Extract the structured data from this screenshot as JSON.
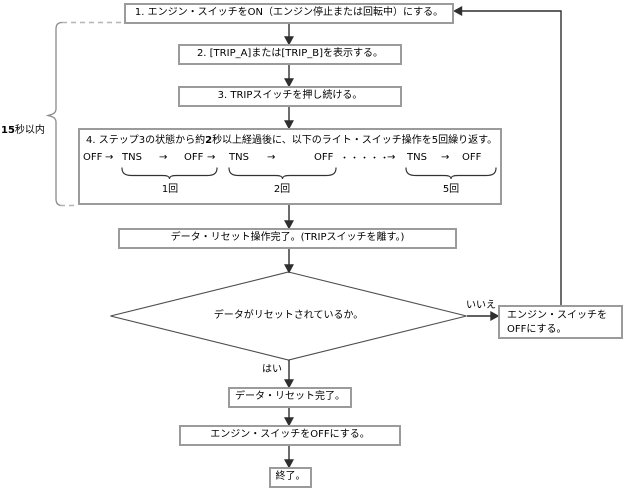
{
  "colors": {
    "box_border": "#9b9b9b",
    "flow_line": "#2f2f2f",
    "dashed_line": "#b5b5b5",
    "brace": "#8a8a8a",
    "text": "#000000"
  },
  "flow": {
    "step1": "1. エンジン・スイッチをON（エンジン停止または回転中）にする。",
    "step2": "2. [TRIP_A]または[TRIP_B]を表示する。",
    "step3": "3. TRIPスイッチを押し続ける。",
    "step4": {
      "pre": "4. ステップ3の状態から約",
      "bold": "2",
      "post": "秒以上経過後に、以下のライト・スイッチ操作を5回繰り返す。"
    },
    "seq": {
      "off": "OFF",
      "tns": "TNS",
      "arrow": "→",
      "dots": "・・・・・",
      "rep1": "1回",
      "rep2": "2回",
      "rep3": "5回"
    },
    "timer": {
      "bold": "15",
      "rest": "秒以内"
    },
    "step5": "データ・リセット操作完了。(TRIPスイッチを離す。)",
    "decision": "データがリセットされているか。",
    "yes_label": "はい",
    "no_label": "いいえ",
    "no_box": {
      "line1": "エンジン・スイッチを",
      "line2": "OFFにする。"
    },
    "step6": "データ・リセット完了。",
    "step7": "エンジン・スイッチをOFFにする。",
    "step8": "終了。"
  }
}
